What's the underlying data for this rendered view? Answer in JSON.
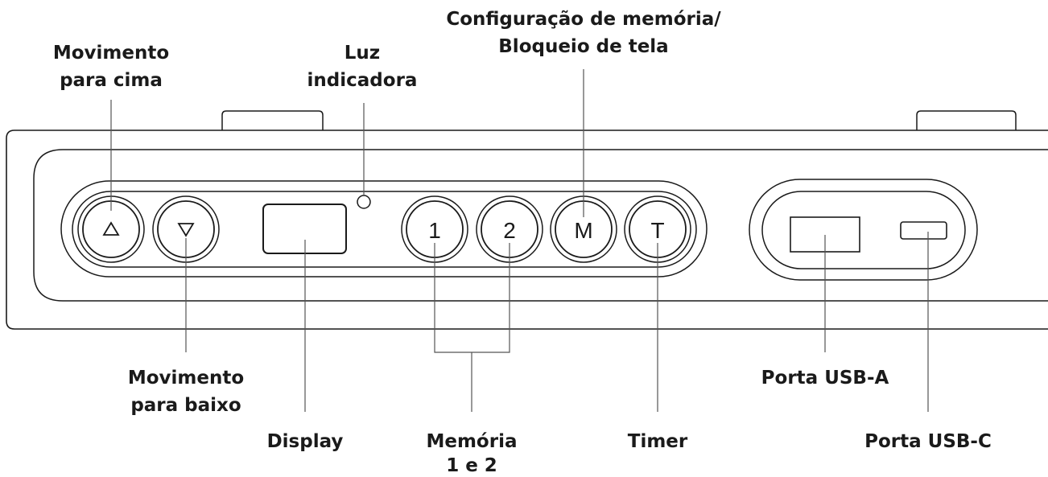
{
  "labels": {
    "up_line1": "Movimento",
    "up_line2": "para cima",
    "light_line1": "Luz",
    "light_line2": "indicadora",
    "memcfg_line1": "Configuração de memória/",
    "memcfg_line2": "Bloqueio de tela",
    "down_line1": "Movimento",
    "down_line2": "para baixo",
    "display": "Display",
    "mem_line1": "Memória",
    "mem_line2": "1 e 2",
    "timer": "Timer",
    "usb_a": "Porta USB-A",
    "usb_c": "Porta USB-C"
  },
  "buttons": {
    "up": "△",
    "down": "▽",
    "mem1": "1",
    "mem2": "2",
    "m": "M",
    "t": "T"
  },
  "colors": {
    "line": "#1a1a1a",
    "leader": "#555555",
    "background": "#ffffff"
  }
}
